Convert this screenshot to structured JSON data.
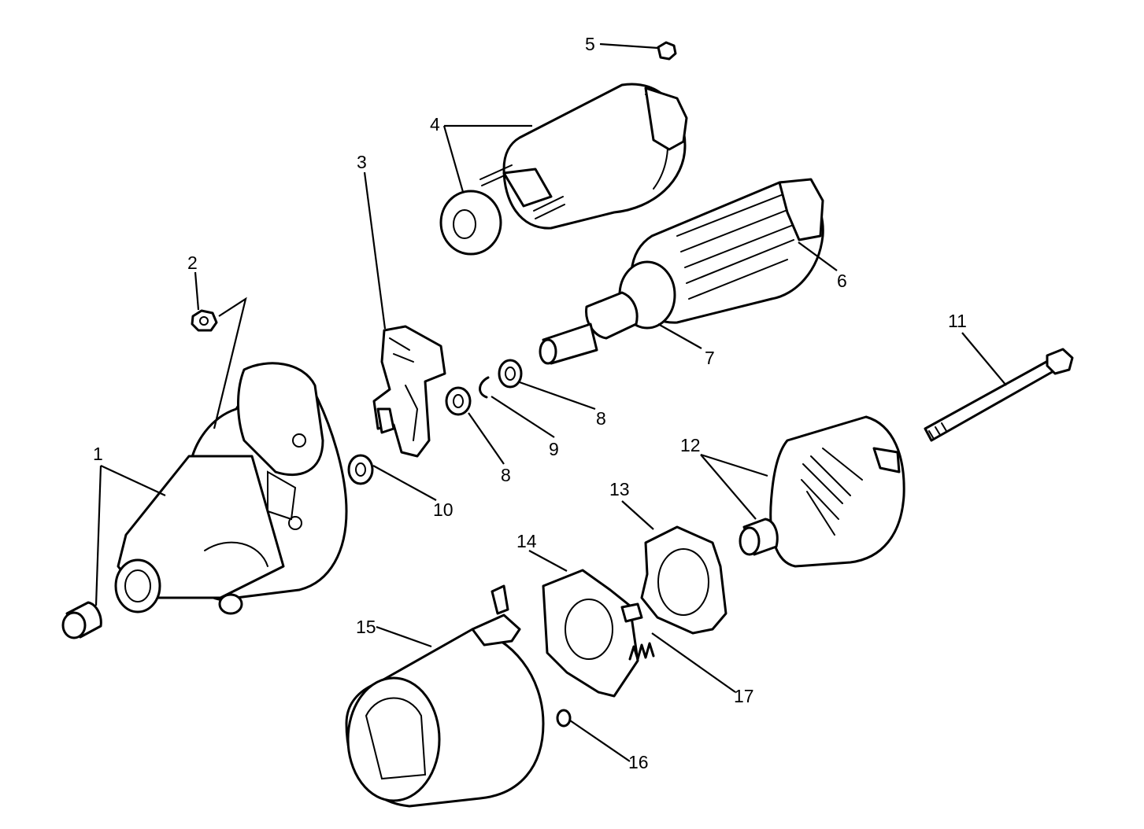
{
  "callouts": {
    "c1": "1",
    "c2": "2",
    "c3": "3",
    "c4": "4",
    "c5": "5",
    "c6": "6",
    "c7": "7",
    "c8a": "8",
    "c8b": "8",
    "c9": "9",
    "c10": "10",
    "c11": "11",
    "c12": "12",
    "c13": "13",
    "c14": "14",
    "c15": "15",
    "c16": "16",
    "c17": "17"
  }
}
